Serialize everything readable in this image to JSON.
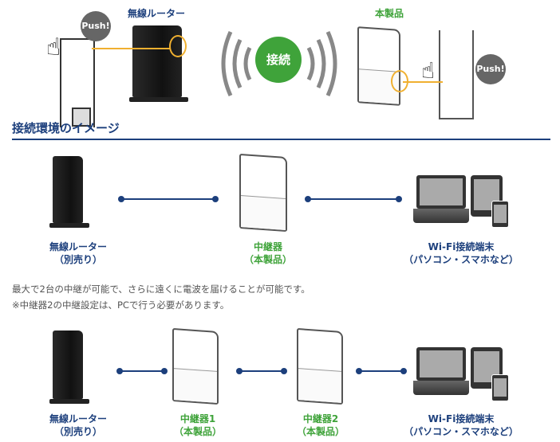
{
  "top": {
    "router_label": "無線ルーター",
    "product_label": "本製品",
    "connect_label": "接続",
    "push_left": "Push!",
    "push_right": "Push!"
  },
  "heading": "接続環境のイメージ",
  "diagram1": {
    "router": [
      "無線ルーター",
      "（別売り）"
    ],
    "repeater": [
      "中継器",
      "（本製品）"
    ],
    "device": [
      "Wi-Fi接続端末",
      "（パソコン・スマホなど）"
    ]
  },
  "notes": [
    "最大で2台の中継が可能で、さらに遠くに電波を届けることが可能です。",
    "※中継器2の中継設定は、PCで行う必要があります。"
  ],
  "diagram2": {
    "router": [
      "無線ルーター",
      "（別売り）"
    ],
    "repeater1": [
      "中継器1",
      "（本製品）"
    ],
    "repeater2": [
      "中継器2",
      "（本製品）"
    ],
    "device": [
      "Wi-Fi接続端末",
      "（パソコン・スマホなど）"
    ]
  },
  "colors": {
    "navy": "#1c3f7c",
    "green": "#3fa33a",
    "accent_orange": "#f0b030"
  }
}
